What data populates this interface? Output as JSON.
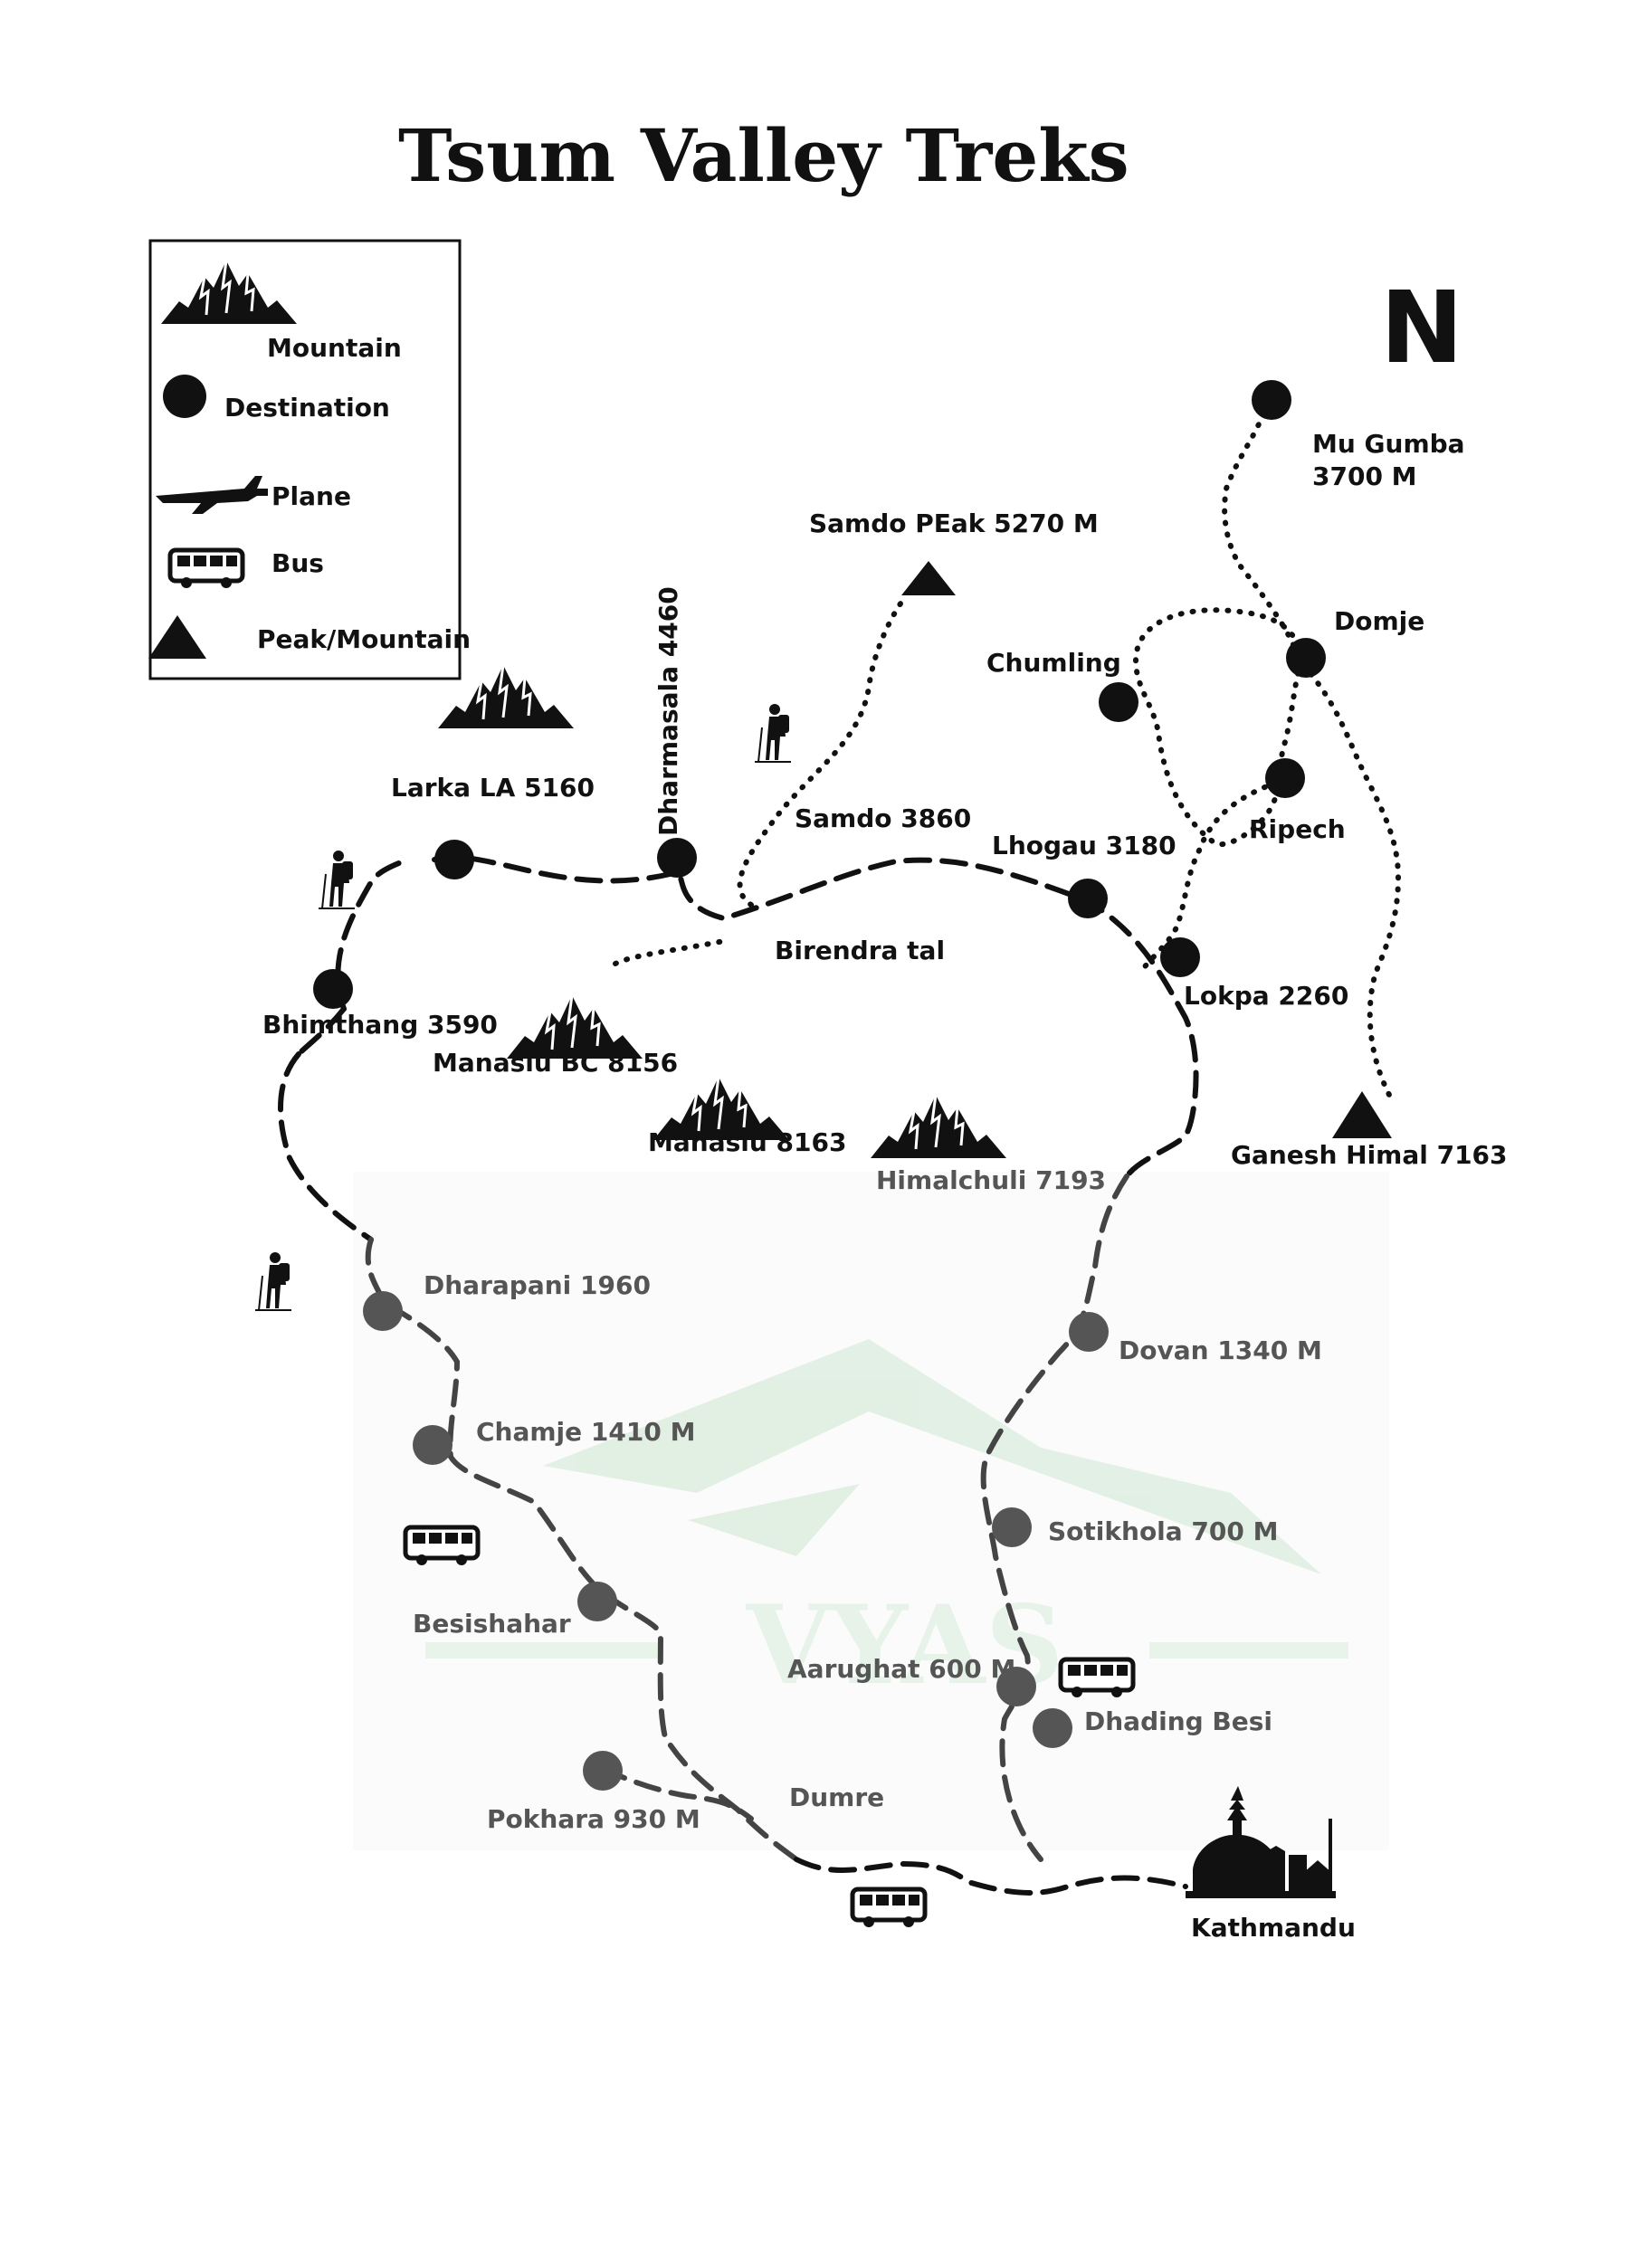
{
  "title": "Tsum Valley Treks",
  "north": "N",
  "legend": {
    "mountain": "Mountain",
    "destination": "Destination",
    "plane": "Plane",
    "bus": "Bus",
    "peak": "Peak/Mountain"
  },
  "places": {
    "mu_gumba_1": "Mu Gumba",
    "mu_gumba_2": "3700 M",
    "samdo_peak": "Samdo PEak 5270 M",
    "domje": "Domje",
    "chumling": "Chumling",
    "ripech": "Ripech",
    "dharmasala": "Dharmasala 4460",
    "larka_la": "Larka LA 5160",
    "samdo": "Samdo 3860",
    "lhogau": "Lhogau 3180",
    "birendra_tal": "Birendra tal",
    "lokpa": "Lokpa 2260",
    "bhimthang": "Bhimthang 3590",
    "manaslu_bc": "Manaslu BC 8156",
    "manaslu": "Manaslu 8163",
    "himalchuli": "Himalchuli 7193",
    "ganesh_himal": "Ganesh Himal 7163",
    "dharapani": "Dharapani 1960",
    "dovan": "Dovan 1340 M",
    "chamje": "Chamje 1410 M",
    "sotikhola": "Sotikhola 700 M",
    "besishahar": "Besishahar",
    "aarughat": "Aarughat 600 M",
    "dhading_besi": "Dhading Besi",
    "dumre": "Dumre",
    "pokhara": "Pokhara 930 M",
    "kathmandu": "Kathmandu"
  },
  "watermark": "VYAS",
  "colors": {
    "ink": "#111111",
    "grey": "#444444",
    "watermark": "#d8eedb"
  }
}
